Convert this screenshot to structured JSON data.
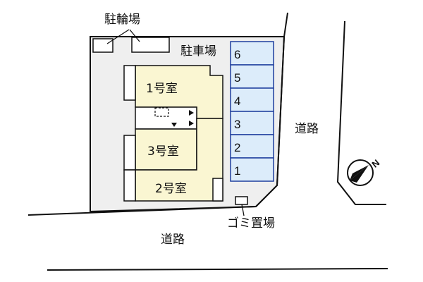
{
  "labels": {
    "bicycle_parking": "駐輪場",
    "car_parking": "駐車場",
    "garbage": "ゴミ置場",
    "road_right": "道路",
    "road_bottom": "道路",
    "compass": "N"
  },
  "rooms": [
    "1号室",
    "3号室",
    "2号室"
  ],
  "parking_spaces": [
    "6",
    "5",
    "4",
    "3",
    "2",
    "1"
  ],
  "colors": {
    "lot": "#efefef",
    "room": "#faf6d2",
    "parking": "#dcecfa",
    "parking_border": "#1f3f9e"
  }
}
